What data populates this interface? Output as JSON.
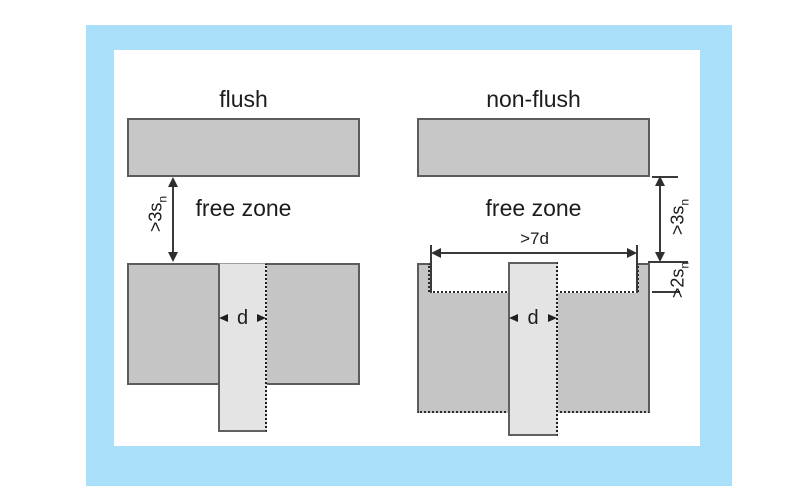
{
  "colors": {
    "frame_blue": "#A9DFF8",
    "plate_fill": "#C7C7C7",
    "block_fill": "#C5C5C5",
    "sensor_fill": "#E4E4E4",
    "shape_border": "#5C5C5C",
    "dimension_line": "#2E2E2E",
    "text": "#1C1C1C"
  },
  "left": {
    "title": "flush",
    "free_zone": "free zone",
    "dim_3s": {
      "main": ">3s",
      "sub": "n"
    },
    "dim_d": "d"
  },
  "right": {
    "title": "non-flush",
    "free_zone": "free zone",
    "dim_7d": ">7d",
    "dim_3s": {
      "main": ">3s",
      "sub": "n"
    },
    "dim_2s": {
      "main": ">2s",
      "sub": "n"
    },
    "dim_d": "d"
  }
}
